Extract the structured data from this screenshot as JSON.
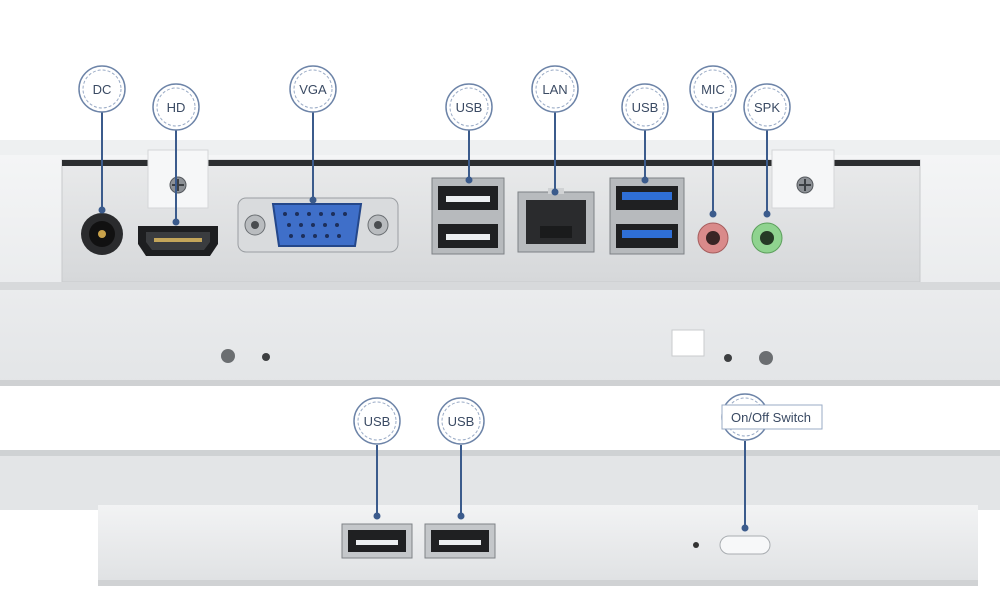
{
  "rear_panel": {
    "callouts": [
      {
        "id": "dc",
        "label": "DC"
      },
      {
        "id": "hd",
        "label": "HD"
      },
      {
        "id": "vga",
        "label": "VGA"
      },
      {
        "id": "usb-left",
        "label": "USB"
      },
      {
        "id": "lan",
        "label": "LAN"
      },
      {
        "id": "usb-right",
        "label": "USB"
      },
      {
        "id": "mic",
        "label": "MIC"
      },
      {
        "id": "spk",
        "label": "SPK"
      }
    ]
  },
  "side_panel": {
    "callouts": [
      {
        "id": "usb-a",
        "label": "USB"
      },
      {
        "id": "usb-b",
        "label": "USB"
      },
      {
        "id": "power",
        "label": "On/Off Switch"
      }
    ]
  },
  "colors": {
    "callout_stroke": "#6d84a8",
    "connector_line": "#3b5b8c",
    "vga_blue": "#3f6fc9",
    "usb3_blue": "#2f6fd6",
    "mic_pink": "#d98a8a",
    "spk_green": "#8fd38f"
  }
}
